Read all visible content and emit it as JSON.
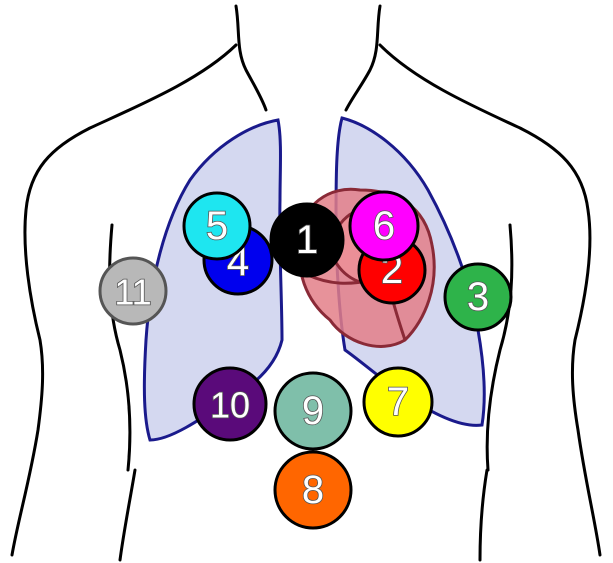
{
  "colors": {
    "background": "#ffffff",
    "outline": "#000000",
    "lung_fill": "#d4d8f0",
    "lung_stroke": "#1a1a8c",
    "heart_fill": "#e37f88",
    "heart_stroke": "#8a2a37"
  },
  "markers": [
    {
      "id": "1",
      "label": "1",
      "color": "#000000"
    },
    {
      "id": "2",
      "label": "2",
      "color": "#ff0000"
    },
    {
      "id": "3",
      "label": "3",
      "color": "#2eb34a"
    },
    {
      "id": "4",
      "label": "4",
      "color": "#0000ee"
    },
    {
      "id": "5",
      "label": "5",
      "color": "#1ee6f0"
    },
    {
      "id": "6",
      "label": "6",
      "color": "#ff00ff"
    },
    {
      "id": "7",
      "label": "7",
      "color": "#ffff00"
    },
    {
      "id": "8",
      "label": "8",
      "color": "#ff6600"
    },
    {
      "id": "9",
      "label": "9",
      "color": "#7fbfaa"
    },
    {
      "id": "10",
      "label": "10",
      "color": "#5a0a7a"
    },
    {
      "id": "11",
      "label": "11",
      "color": "#b8b8b8"
    }
  ]
}
